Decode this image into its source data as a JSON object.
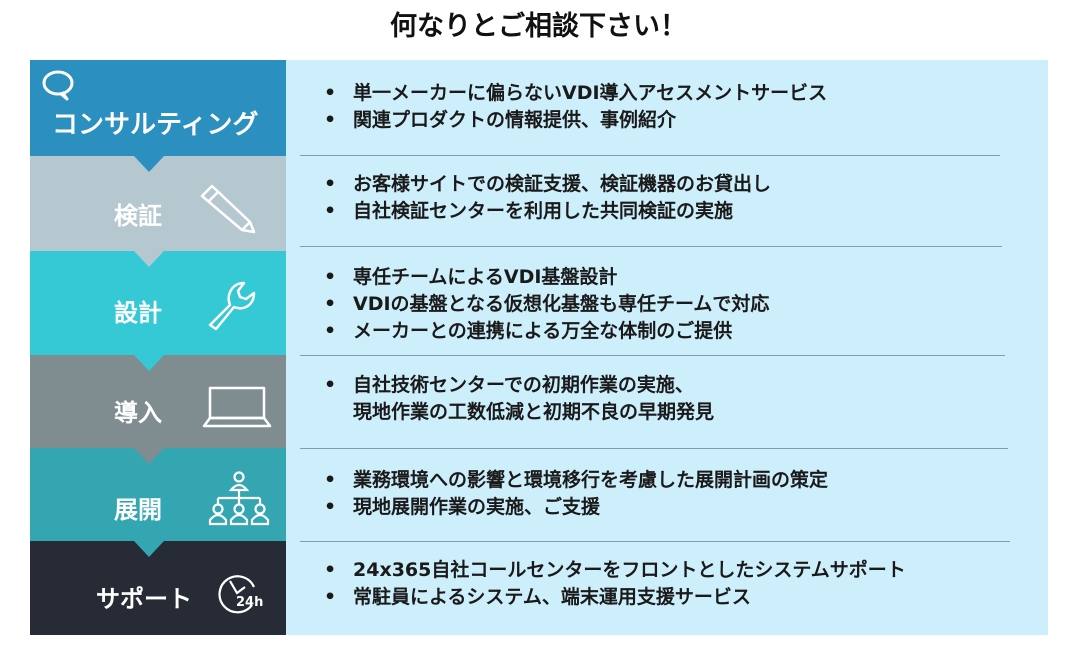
{
  "title": "何なりとご相談下さい！",
  "stages": [
    {
      "label": "コンサルティング",
      "color": "#2b8fbf",
      "icon": "speech-bubble-icon",
      "items": [
        "単一メーカーに偏らないVDI導入アセスメントサービス",
        "関連プロダクトの情報提供、事例紹介"
      ]
    },
    {
      "label": "検証",
      "color": "#b5c7cf",
      "icon": "pencil-icon",
      "items": [
        "お客様サイトでの検証支援、検証機器のお貸出し",
        "自社検証センターを利用した共同検証の実施"
      ]
    },
    {
      "label": "設計",
      "color": "#34c9d4",
      "icon": "wrench-icon",
      "items": [
        "専任チームによるVDI基盤設計",
        "VDIの基盤となる仮想化基盤も専任チームで対応",
        "メーカーとの連携による万全な体制のご提供"
      ]
    },
    {
      "label": "導入",
      "color": "#7f8d91",
      "icon": "laptop-icon",
      "items": [
        "自社技術センターでの初期作業の実施、",
        "現地作業の工数低減と初期不良の早期発見"
      ]
    },
    {
      "label": "展開",
      "color": "#33a6b2",
      "icon": "org-chart-icon",
      "items": [
        "業務環境への影響と環境移行を考慮した展開計画の策定",
        "現地展開作業の実施、ご支援"
      ]
    },
    {
      "label": "サポート",
      "color": "#262b36",
      "icon": "clock-24h-icon",
      "icon_text": "24h",
      "items": [
        "24x365自社コールセンターをフロントとしたシステムサポート",
        "常駐員によるシステム、端末運用支援サービス"
      ]
    }
  ]
}
